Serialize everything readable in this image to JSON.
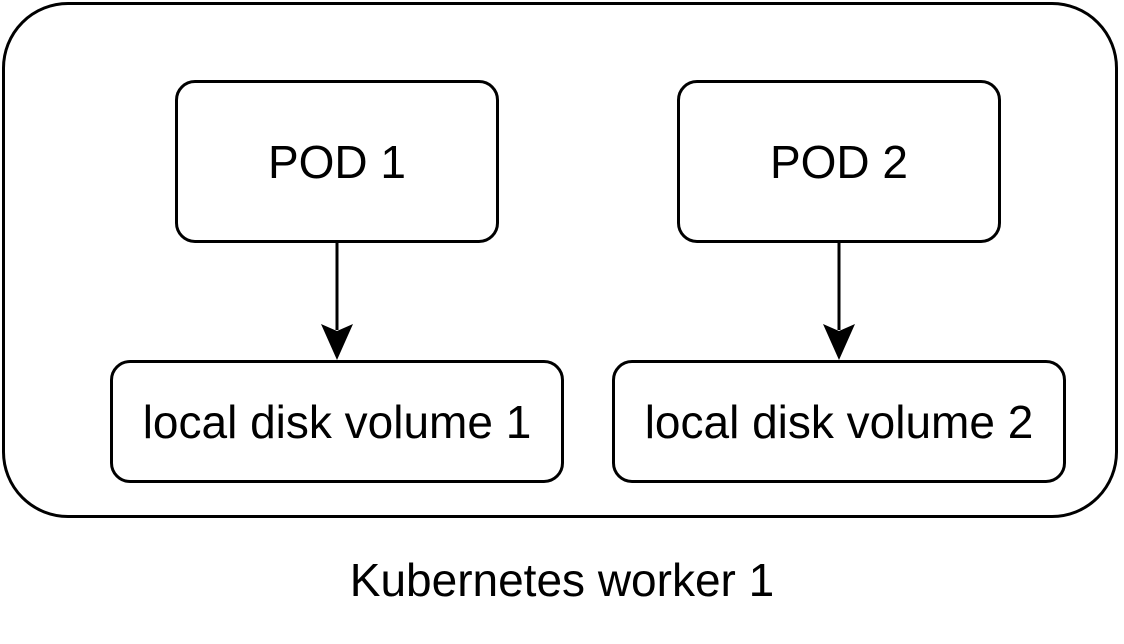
{
  "diagram": {
    "pods": [
      {
        "label": "POD 1"
      },
      {
        "label": "POD 2"
      }
    ],
    "volumes": [
      {
        "label": "local disk volume 1"
      },
      {
        "label": "local disk volume 2"
      }
    ],
    "worker_label": "Kubernetes worker 1",
    "edges": [
      {
        "from": "POD 1",
        "to": "local disk volume 1"
      },
      {
        "from": "POD 2",
        "to": "local disk volume 2"
      }
    ]
  }
}
